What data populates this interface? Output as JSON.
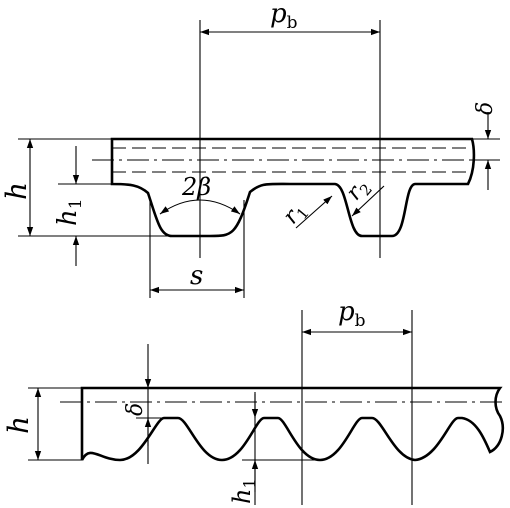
{
  "top": {
    "pitch": {
      "sym": "p",
      "sub": "b"
    },
    "delta": "δ",
    "total_height": "h",
    "tooth_height": {
      "sym": "h",
      "sub": "1"
    },
    "angle": "2β",
    "r1": {
      "sym": "r",
      "sub": "1"
    },
    "r2": {
      "sym": "r",
      "sub": "2"
    },
    "width": "s"
  },
  "bottom": {
    "pitch": {
      "sym": "p",
      "sub": "b"
    },
    "delta": "δ",
    "total_height": "h",
    "tooth_height": {
      "sym": "h",
      "sub": "1"
    }
  }
}
